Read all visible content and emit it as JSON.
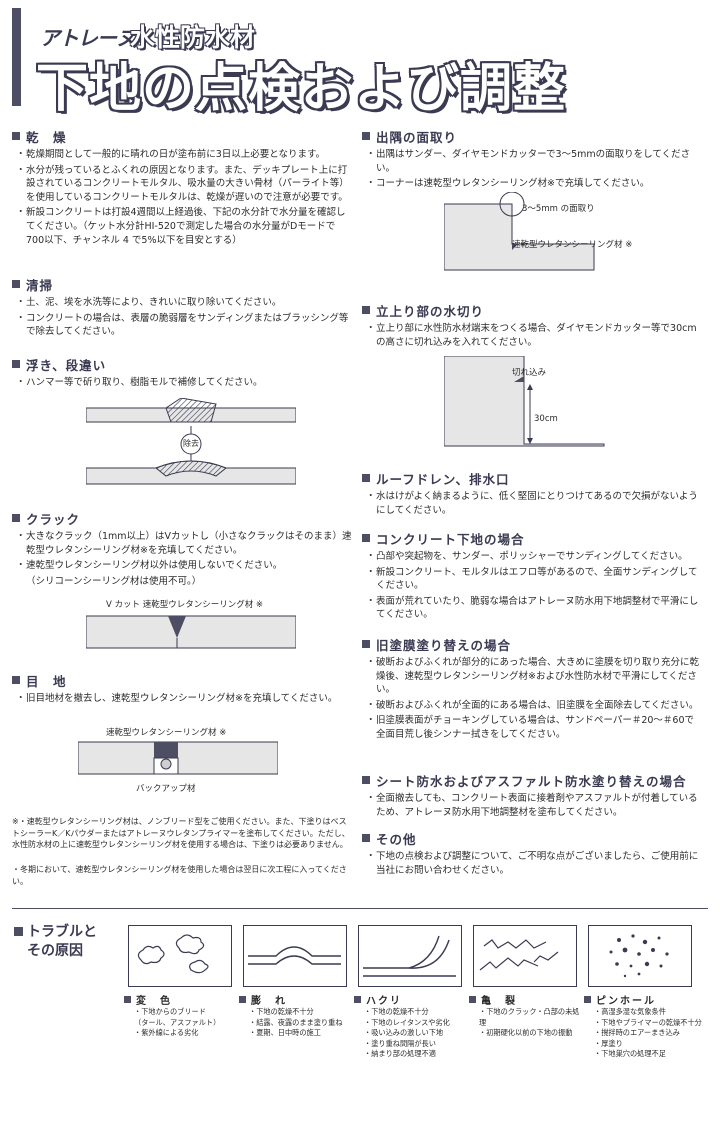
{
  "header": {
    "brand": "アトレーヌ",
    "brand_sub": "水性防水材",
    "title": "下地の点検および調整"
  },
  "left": {
    "dry": {
      "heading": "乾　燥",
      "items": [
        "乾燥期間として一般的に晴れの日が塗布前に3日以上必要となります。",
        "水分が残っているとふくれの原因となります。また、デッキプレート上に打設されているコンクリートモルタル、吸水量の大きい骨材（パーライト等）を使用しているコンクリートモルタルは、乾燥が遅いので注意が必要です。",
        "新設コンクリートは打設4週間以上経過後、下記の水分計で水分量を確認してください。（ケット水分計HI-520で測定した場合の水分量がDモードで700以下、チャンネル 4 で5%以下を目安とする）"
      ]
    },
    "clean": {
      "heading": "清掃",
      "items": [
        "土、泥、埃を水洗等により、きれいに取り除いてください。",
        "コンクリートの場合は、表層の脆弱層をサンディングまたはブラッシング等で除去してください。"
      ]
    },
    "float": {
      "heading": "浮き、段違い",
      "items": [
        "ハンマー等で斫り取り、樹脂モルで補修してください。"
      ],
      "diagram_label": "除去"
    },
    "crack": {
      "heading": "クラック",
      "items": [
        "大きなクラック（1mm以上）はVカットし（小さなクラックはそのまま）速乾型ウレタンシーリング材※を充填してください。",
        "速乾型ウレタンシーリング材以外は使用しないでください。"
      ],
      "note": "（シリコーンシーリング材は使用不可。）",
      "diagram_label": "V カット  速乾型ウレタンシーリング材 ※"
    },
    "joint": {
      "heading": "目　地",
      "items": [
        "旧目地材を撤去し、速乾型ウレタンシーリング材※を充填してください。"
      ],
      "diagram_label_top": "速乾型ウレタンシーリング材 ※",
      "diagram_label_bottom": "バックアップ材"
    },
    "footnotes": [
      "※・速乾型ウレタンシーリング材は、ノンブリード型をご使用ください。また、下塗りはベストシーラーK／Kパウダーまたはアトレーヌウレタンプライマーを塗布してください。ただし、水性防水材の上に速乾型ウレタンシーリング材を使用する場合は、下塗りは必要ありません。",
      "・冬期において、速乾型ウレタンシーリング材を使用した場合は翌日に次工程に入ってください。"
    ]
  },
  "right": {
    "corner": {
      "heading": "出隅の面取り",
      "items": [
        "出隅はサンダー、ダイヤモンドカッターで3～5mmの面取りをしてください。",
        "コーナーは速乾型ウレタンシーリング材※で充填してください。"
      ],
      "diagram_label_top": "3～5mm の面取り",
      "diagram_label_mid": "速乾型ウレタンシーリング材 ※"
    },
    "upstand": {
      "heading": "立上り部の水切り",
      "items": [
        "立上り部に水性防水材端末をつくる場合、ダイヤモンドカッター等で30cmの高さに切れ込みを入れてください。"
      ],
      "diagram_label_cut": "切れ込み",
      "diagram_label_height": "30cm"
    },
    "drain": {
      "heading": "ルーフドレン、排水口",
      "items": [
        "水はけがよく納まるように、低く堅固にとりつけてあるので欠損がないようにしてください。"
      ]
    },
    "concrete": {
      "heading": "コンクリート下地の場合",
      "items": [
        "凸部や突起物を、サンダー、ポリッシャーでサンディングしてください。",
        "新設コンクリート、モルタルはエフロ等があるので、全面サンディングしてください。",
        "表面が荒れていたり、脆弱な場合はアトレーヌ防水用下地調整材で平滑にしてください。"
      ]
    },
    "oldcoat": {
      "heading": "旧塗膜塗り替えの場合",
      "items": [
        "破断およびふくれが部分的にあった場合、大きめに塗膜を切り取り充分に乾燥後、速乾型ウレタンシーリング材※および水性防水材で平滑にしてください。",
        "破断およびふくれが全面的にある場合は、旧塗膜を全面除去してください。",
        "旧塗膜表面がチョーキングしている場合は、サンドペーパー＃20～＃60で全面目荒し後シンナー拭きをしてください。"
      ]
    },
    "sheet": {
      "heading": "シート防水およびアスファルト防水塗り替えの場合",
      "items": [
        "全面撤去しても、コンクリート表面に接着剤やアスファルトが付着しているため、アトレーヌ防水用下地調整材を塗布してください。"
      ]
    },
    "other": {
      "heading": "その他",
      "items": [
        "下地の点検および調整について、ご不明な点がございましたら、ご使用前に当社にお問い合わせください。"
      ]
    }
  },
  "trouble": {
    "heading_line1": "トラブルと",
    "heading_line2": "その原因",
    "cards": [
      {
        "title": "変　色",
        "causes": [
          "下地からのブリード",
          "（タール、アスファルト）",
          "紫外線による劣化"
        ]
      },
      {
        "title": "膨　れ",
        "causes": [
          "下地の乾燥不十分",
          "結露、夜露のまま塗り重ね",
          "夏期、日中時の施工"
        ]
      },
      {
        "title": "ハクリ",
        "causes": [
          "下地の乾燥不十分",
          "下地のレイタンスや劣化",
          "吸い込みの激しい下地",
          "塗り重ね間隔が長い",
          "納まり部の処理不適"
        ]
      },
      {
        "title": "亀　裂",
        "causes": [
          "下地のクラック・凸部の未処理",
          "初期硬化以前の下地の振動"
        ]
      },
      {
        "title": "ピンホール",
        "causes": [
          "高湿多湿な気象条件",
          "下地やプライマーの乾燥不十分",
          "撹拌時のエアーまき込み",
          "厚塗り",
          "下地巣穴の処理不足"
        ]
      }
    ]
  },
  "colors": {
    "accent": "#4d4d63",
    "text": "#2b2b2b",
    "diagram_fill": "#e6e6e6"
  }
}
